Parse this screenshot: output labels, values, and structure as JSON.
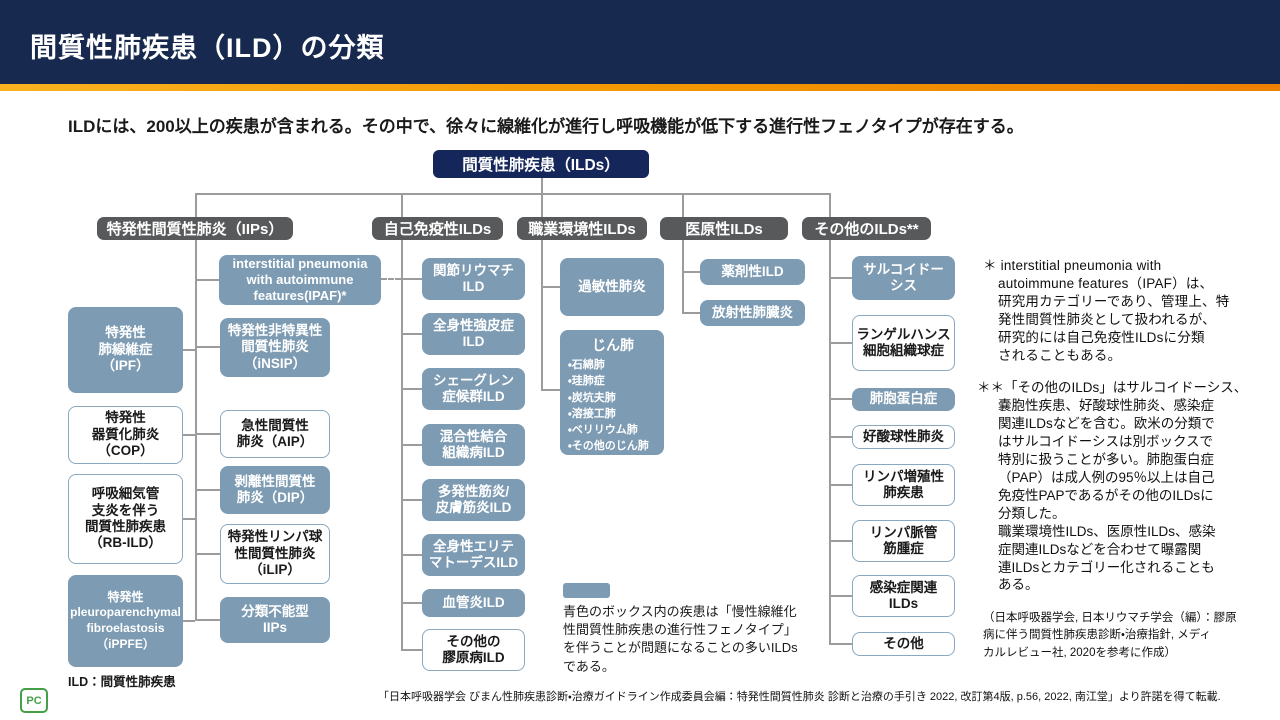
{
  "slide": {
    "title": "間質性肺疾患（ILD）の分類"
  },
  "intro": "ILDには、200以上の疾患が含まれる。その中で、徐々に線維化が進行し呼吸機能が低下する進行性フェノタイプが存在する。",
  "root_label": "間質性肺疾患（ILDs）",
  "categories": {
    "iips": "特発性間質性肺炎（IIPs）",
    "autoimmune": "自己免疫性ILDs",
    "occupational": "職業環境性ILDs",
    "iatrogenic": "医原性ILDs",
    "others": "その他のILDs**"
  },
  "nodes": {
    "ipf": "特発性\n肺線維症\n（IPF）",
    "cop": "特発性\n器質化肺炎\n（COP）",
    "rb_ild": "呼吸細気管\n支炎を伴う\n間質性肺疾患\n（RB-ILD）",
    "ippfe": "特発性\npleuroparenchymal\nfibroelastosis\n（iPPFE）",
    "ipaf": "interstitial pneumonia\nwith autoimmune\nfeatures(IPAF)*",
    "insip": "特発性非特異性\n間質性肺炎\n（iNSIP）",
    "aip": "急性間質性\n肺炎（AIP）",
    "dip": "剥離性間質性\n肺炎（DIP）",
    "ilip": "特発性リンパ球\n性間質性肺炎\n（iLIP）",
    "unclassifiable_iips": "分類不能型\nIIPs",
    "ra_ild": "関節リウマチ\nILD",
    "ssc_ild": "全身性強皮症\nILD",
    "sjogren_ild": "シェーグレン\n症候群ILD",
    "mctd_ild": "混合性結合\n組織病ILD",
    "pm_dm_ild": "多発性筋炎/\n皮膚筋炎ILD",
    "sle_ild": "全身性エリテ\nマトーデスILD",
    "vasculitis_ild": "血管炎ILD",
    "other_collagen_ild": "その他の\n膠原病ILD",
    "hypersensitivity_pneumonitis": "過敏性肺炎",
    "pneumoconiosis_title": "じん肺",
    "pneumoconiosis_items": [
      "・石綿肺",
      "・珪肺症",
      "・炭坑夫肺",
      "・溶接工肺",
      "・ベリリウム肺",
      "・その他のじん肺"
    ],
    "drug_induced_ild": "薬剤性ILD",
    "radiation_pneumonitis": "放射性肺臓炎",
    "sarcoidosis": "サルコイドー\nシス",
    "langerhans": "ランゲルハンス\n細胞組織球症",
    "pap": "肺胞蛋白症",
    "eosinophilic_pneumonia": "好酸球性肺炎",
    "lymphoproliferative": "リンパ増殖性\n肺疾患",
    "lam": "リンパ脈管\n筋腫症",
    "infection_related_ilds": "感染症関連\nILDs",
    "other": "その他"
  },
  "legend": {
    "text": "青色のボックス内の疾患は「慢性線維化\n性間質性肺疾患の進行性フェノタイプ」\nを伴うことが問題になることの多いILDs\nである。"
  },
  "notes": {
    "abbr": "ILD：間質性肺疾患",
    "ipaf_note": "＊ interstitial pneumonia with\nautoimmune features（IPAF）は、\n研究用カテゴリーであり、管理上、特\n発性間質性肺炎として扱われるが、\n研究的には自己免疫性ILDsに分類\nされることもある。",
    "others_note": "＊＊「その他のILDs」はサルコイドーシス、\n嚢胞性疾患、好酸球性肺炎、感染症\n関連ILDsなどを含む。欧米の分類で\nはサルコイドーシスは別ボックスで\n特別に扱うことが多い。肺胞蛋白症\n（PAP）は成人例の95％以上は自己\n免疫性PAPであるがその他のILDsに\n分類した。\n職業環境性ILDs、医原性ILDs、感染\n症関連ILDsなどを合わせて曝露関\n連ILDsとカテゴリー化されることも\nある。",
    "ref_right": "（日本呼吸器学会, 日本リウマチ学会（編）：膠原\n病に伴う間質性肺疾患診断・治療指針, メディ\nカルレビュー社, 2020を参考に作成）",
    "ref_bottom": "「日本呼吸器学会 びまん性肺疾患診断・治療ガイドライン作成委員会編：特発性間質性肺炎 診断と治療の手引き 2022, 改訂第4版, p.56, 2022, 南江堂」より許諾を得て転載."
  },
  "logo_text": "PC",
  "colors": {
    "header_navy": "#17294e",
    "root_navy": "#14265a",
    "accent_orange_start": "#f9b21f",
    "accent_orange_end": "#ee8100",
    "category_gray": "#58595b",
    "progressive_blue_box": "#7d9bb3",
    "white_box_border": "#8aa8bf",
    "connector_gray": "#9c9c9c",
    "logo_green": "#43a047"
  }
}
